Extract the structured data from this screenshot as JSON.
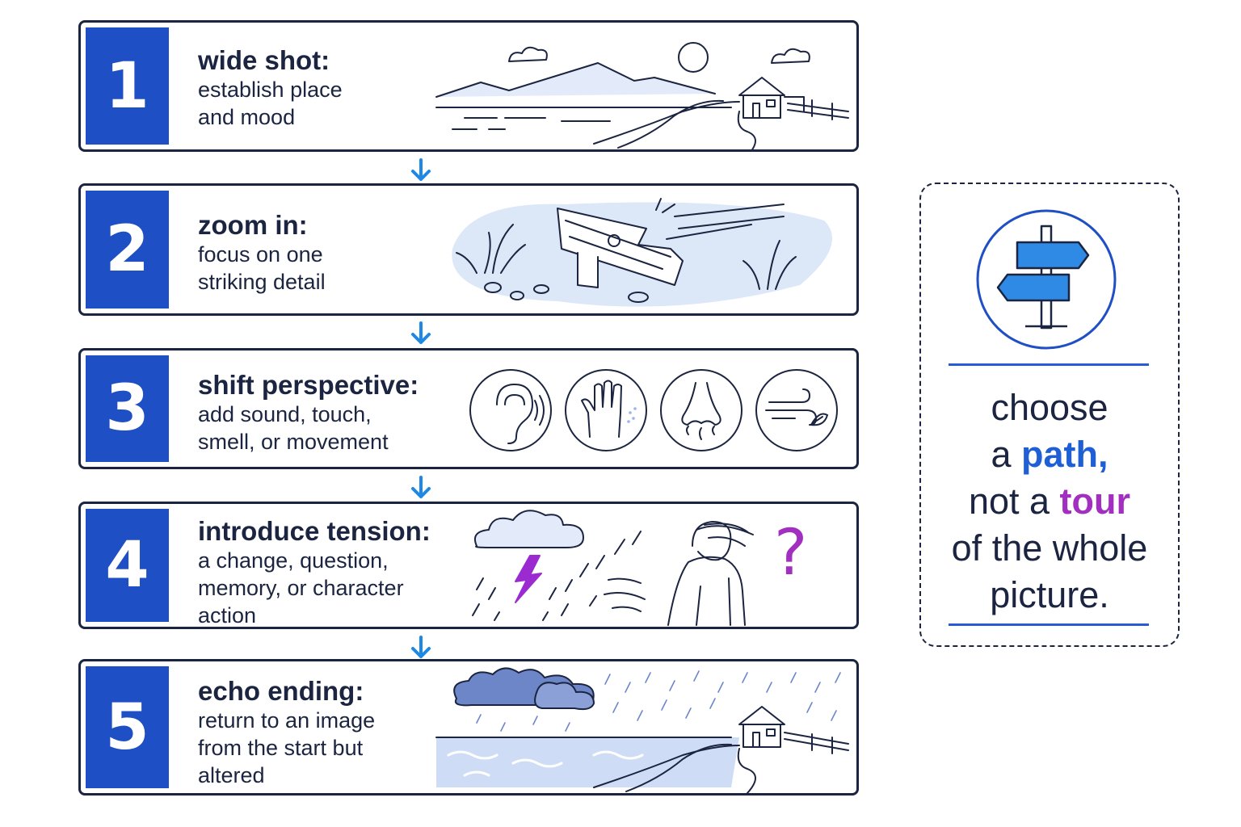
{
  "steps": [
    {
      "number": "1",
      "heading": "wide shot:",
      "lines": [
        "establish place",
        "and mood"
      ]
    },
    {
      "number": "2",
      "heading": "zoom in:",
      "lines": [
        "focus on one",
        "striking detail"
      ]
    },
    {
      "number": "3",
      "heading": "shift perspective:",
      "lines": [
        "add sound, touch,",
        "smell, or movement"
      ]
    },
    {
      "number": "4",
      "heading": "introduce tension:",
      "lines": [
        "a change, question,",
        "memory, or character",
        "action"
      ]
    },
    {
      "number": "5",
      "heading": "echo ending:",
      "lines": [
        "return to an image",
        "from the start but",
        "altered"
      ]
    }
  ],
  "sidebar": {
    "line1": "choose",
    "line2_a": "a ",
    "line2_b": "path,",
    "line3_a": "not a ",
    "line3_b": "tour",
    "line4": "of the whole",
    "line5": "picture.",
    "icon": "signpost-icon"
  },
  "colors": {
    "accent": "#1f4fc4",
    "arrow": "#1e88e5",
    "highlight_path": "#1f5fd6",
    "highlight_tour": "#a22fbf",
    "ink": "#1b2440"
  }
}
